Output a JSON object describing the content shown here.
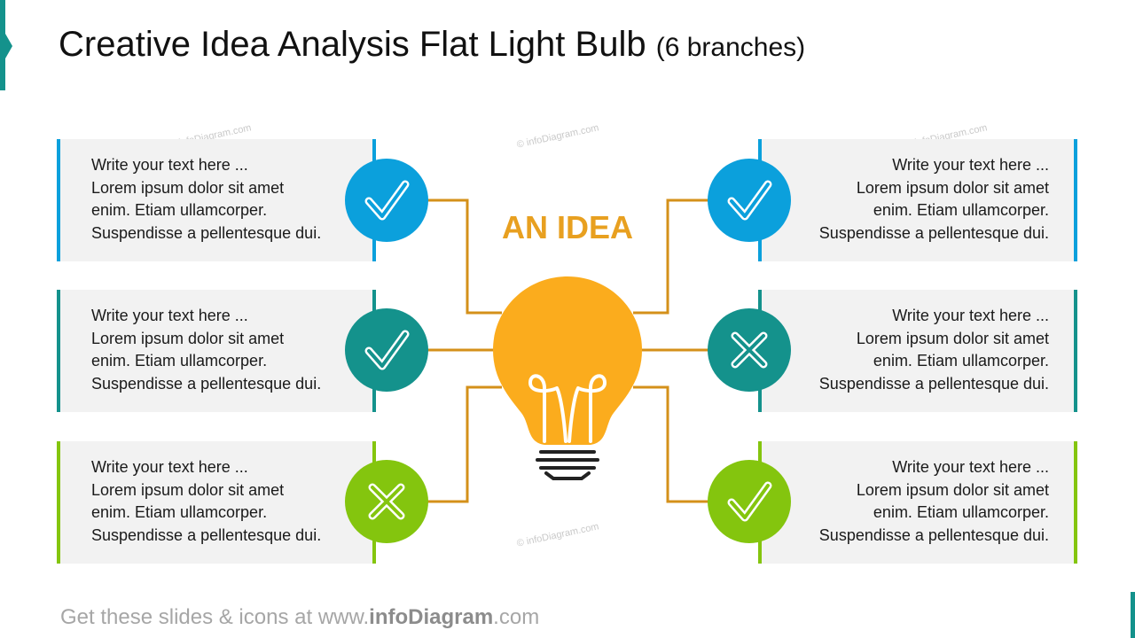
{
  "title": {
    "main": "Creative Idea Analysis Flat Light Bulb",
    "sub": "(6 branches)"
  },
  "center": {
    "label": "AN IDEA"
  },
  "watermark": "© infoDiagram.com",
  "colors": {
    "blue": "#0ba0dc",
    "teal": "#14928c",
    "green": "#84c50e",
    "bulb": "#fbac1d",
    "connector": "#d4901a",
    "label": "#e8a020"
  },
  "branches": [
    {
      "side": "left",
      "row": 1,
      "icon": "check-icon",
      "color": "blue",
      "lines": [
        "Write your text here ...",
        "Lorem ipsum dolor sit amet",
        "enim. Etiam ullamcorper.",
        "Suspendisse a pellentesque  dui."
      ]
    },
    {
      "side": "left",
      "row": 2,
      "icon": "check-icon",
      "color": "teal",
      "lines": [
        "Write your text here ...",
        "Lorem ipsum dolor sit amet",
        "enim. Etiam ullamcorper.",
        "Suspendisse a pellentesque  dui."
      ]
    },
    {
      "side": "left",
      "row": 3,
      "icon": "cross-icon",
      "color": "green",
      "lines": [
        "Write your text here ...",
        "Lorem ipsum dolor sit amet",
        "enim. Etiam ullamcorper.",
        "Suspendisse a pellentesque  dui."
      ]
    },
    {
      "side": "right",
      "row": 1,
      "icon": "check-icon",
      "color": "blue",
      "lines": [
        "Write your text here ...",
        "Lorem ipsum dolor sit amet",
        "enim. Etiam ullamcorper.",
        "Suspendisse a pellentesque  dui."
      ]
    },
    {
      "side": "right",
      "row": 2,
      "icon": "cross-icon",
      "color": "teal",
      "lines": [
        "Write your text here ...",
        "Lorem ipsum dolor sit amet",
        "enim. Etiam ullamcorper.",
        "Suspendisse a pellentesque  dui."
      ]
    },
    {
      "side": "right",
      "row": 3,
      "icon": "check-icon",
      "color": "green",
      "lines": [
        "Write your text here ...",
        "Lorem ipsum dolor sit amet",
        "enim. Etiam ullamcorper.",
        "Suspendisse a pellentesque  dui."
      ]
    }
  ],
  "footer": {
    "prefix": "Get these slides & icons at www.",
    "brand": "infoDiagram",
    "suffix": ".com"
  }
}
